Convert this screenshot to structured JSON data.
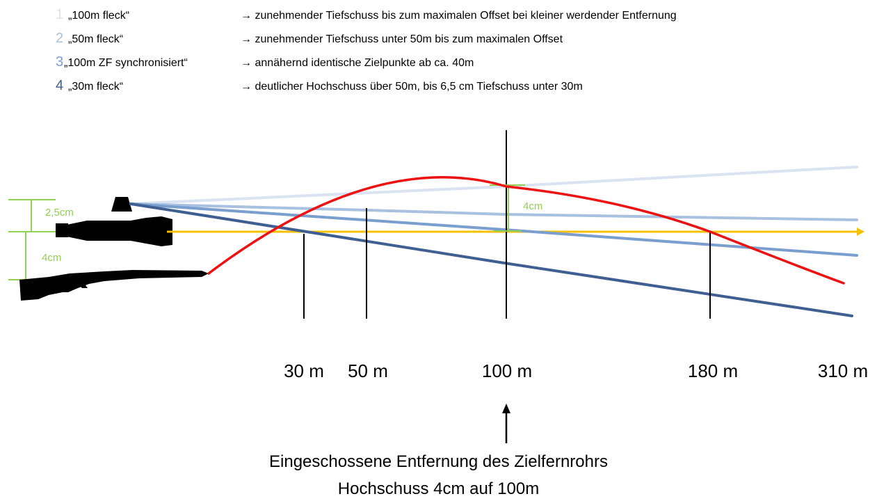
{
  "legend": [
    {
      "num": "1",
      "name": "„100m fleck“",
      "desc": "→ zunehmender Tiefschuss bis zum maximalen Offset bei kleiner werdender Entfernung",
      "color": "#d9e3f1"
    },
    {
      "num": "2",
      "name": "„50m fleck“",
      "desc": "→ zunehmender Tiefschuss unter 50m bis zum maximalen Offset",
      "color": "#a9c1e0"
    },
    {
      "num": "3",
      "name": "„100m ZF synchronisiert“",
      "desc": "→ annähernd identische Zielpunkte ab ca. 40m",
      "color": "#7a9fcf"
    },
    {
      "num": "4",
      "name": "„30m fleck“",
      "desc": "→ deutlicher Hochschuss über 50m, bis 6,5 cm Tiefschuss unter 30m",
      "color": "#3f5f92"
    }
  ],
  "measurements": {
    "scope_offset": "2,5cm",
    "barrel_offset": "4cm",
    "peak_offset": "4cm"
  },
  "distances": [
    "30 m",
    "50 m",
    "100 m",
    "180 m",
    "310 m"
  ],
  "caption": {
    "line1": "Eingeschossene Entfernung des Zielfernrohrs",
    "line2": "Hochschuss 4cm auf 100m"
  },
  "colors": {
    "trajectory": "#ee1111",
    "sight_line": "#f5c000",
    "measure": "#92d050",
    "marker": "#000000"
  }
}
